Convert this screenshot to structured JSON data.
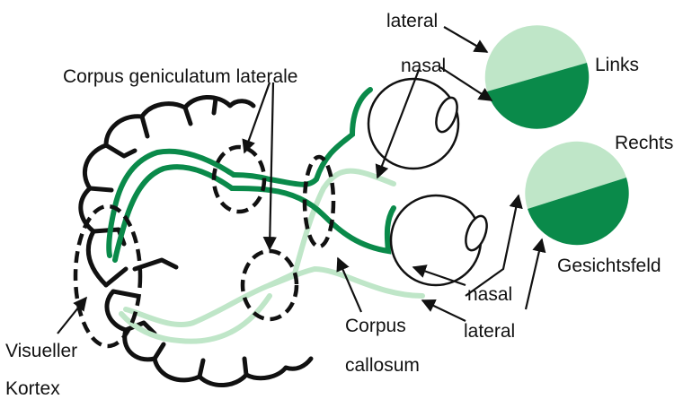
{
  "labels": {
    "lateral_top": "lateral",
    "nasal_top": "nasal",
    "corpus_geniculatum": "Corpus geniculatum laterale",
    "links": "Links",
    "rechts": "Rechts",
    "gesichtsfeld": "Gesichtsfeld",
    "nasal_bottom": "nasal",
    "lateral_bottom": "lateral",
    "corpus": "Corpus",
    "callosum": "callosum",
    "visueller": "Visueller",
    "kortex": "Kortex"
  },
  "colors": {
    "dark_green": "#0a8a4a",
    "light_green": "#bfe6c8",
    "outline": "#111111"
  }
}
